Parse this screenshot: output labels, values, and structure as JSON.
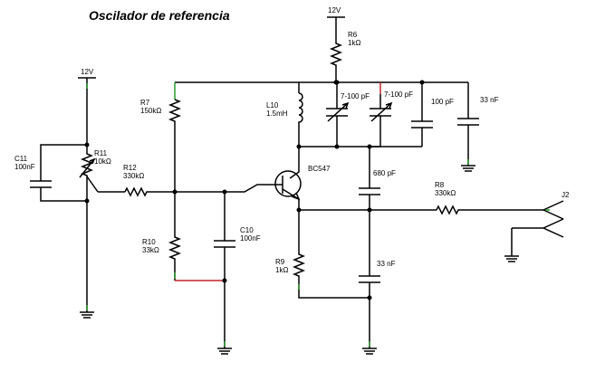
{
  "title": "Oscilador de referencia",
  "labels": {
    "vcc_left": "12V",
    "vcc_top": "12V",
    "r6_name": "R6",
    "r6_val": "1kΩ",
    "r7_name": "R7",
    "r7_val": "150kΩ",
    "l10_name": "L10",
    "l10_val": "1.5mH",
    "ct1_val": "7-100 pF",
    "ct2_val": "7-100 pF",
    "c100p_val": "100 pF",
    "c33n_top_val": "33 nF",
    "c11_name": "C11",
    "c11_val": "100nF",
    "r11_name": "R11",
    "r11_val": "10kΩ",
    "r12_name": "R12",
    "r12_val": "330kΩ",
    "q_name": "BC547",
    "c680_val": "680 pF",
    "r8_name": "R8",
    "r8_val": "330kΩ",
    "j2_name": "J2",
    "r10_name": "R10",
    "r10_val": "33kΩ",
    "c10_name": "C10",
    "c10_val": "100nF",
    "r9_name": "R9",
    "r9_val": "1kΩ",
    "c33n_bot_val": "33 nF"
  }
}
